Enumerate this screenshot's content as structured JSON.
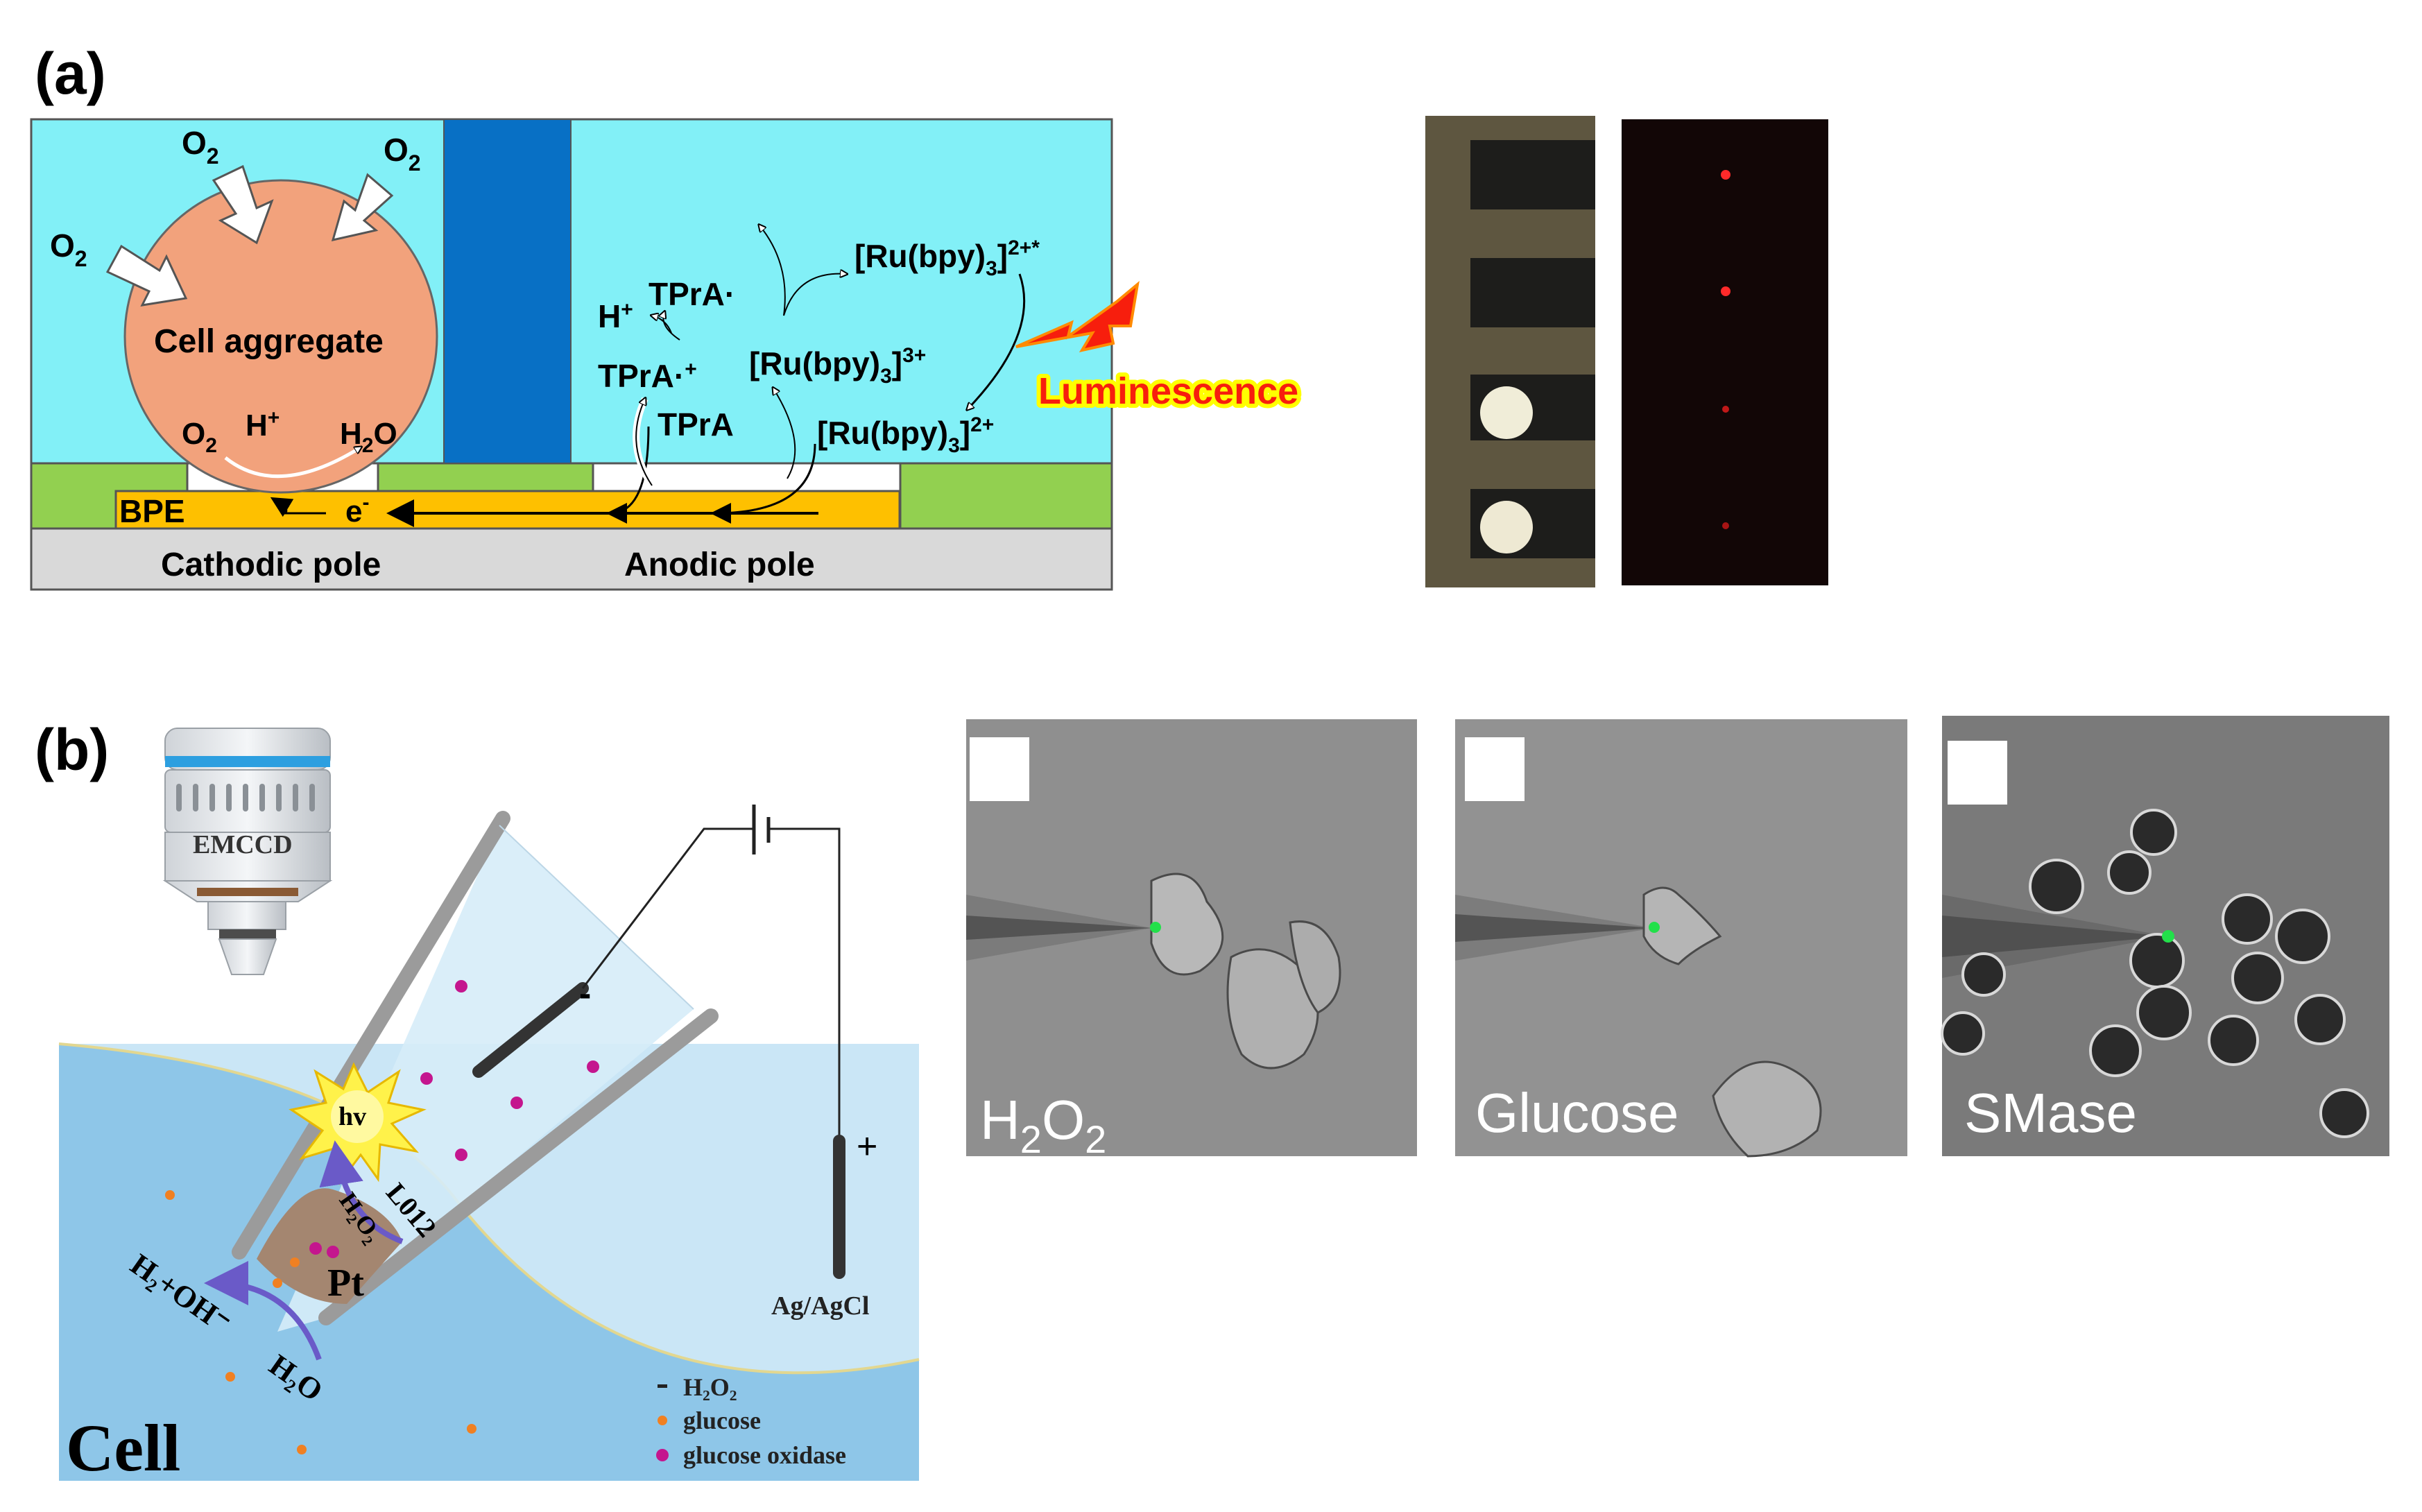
{
  "panel_a": {
    "label": "(a)",
    "o2_top_left": "O",
    "o2_top_right": "O",
    "o2_left": "O",
    "two": "2",
    "cell_aggregate": "Cell aggregate",
    "o2_inner": "O",
    "h_plus": "H",
    "plus": "+",
    "h2o": "H",
    "o_letter": "O",
    "bpe": "BPE",
    "electron": "e",
    "minus": "-",
    "cathodic_pole": "Cathodic pole",
    "anodic_pole": "Anodic pole",
    "tpra_radical": "TPrA·",
    "h_plus_2": "H",
    "tpra_radical_cation": "TPrA·",
    "tpra": "TPrA",
    "ru_excited": "[Ru(bpy)",
    "ru_excited_charge": "2+*",
    "ru_3plus_charge": "3+",
    "ru_2plus_charge": "2+",
    "three": "3",
    "close_bracket": "]",
    "luminescence": "Luminescence"
  },
  "panel_b": {
    "label": "(b)",
    "emccd": "EMCCD",
    "minus": "-",
    "plus": "+",
    "hv": "hv",
    "l012": "L012",
    "h2o2_diag": "H₂O₂",
    "pt": "Pt",
    "h2_oh": "H₂+OH⁻",
    "h2o_diag": "H₂O",
    "ag_agcl": "Ag/AgCl",
    "cell": "Cell",
    "legend_h2o2": "H₂O₂",
    "legend_glucose": "glucose",
    "legend_glucose_oxidase": "glucose oxidase",
    "micro_labels": {
      "h2o2_h": "H",
      "h2o2_sub1": "2",
      "h2o2_o": "O",
      "h2o2_sub2": "2",
      "glucose": "Glucose",
      "smase": "SMase"
    }
  },
  "colors": {
    "solution": "#82f0f7",
    "cell_aggregate": "#f2a27c",
    "pillar": "#0870c5",
    "bpe": "#fec000",
    "green_layer": "#92d050",
    "substrate": "#d9d9d9",
    "luminescence_text": "#f71e0d",
    "luminescence_halo": "#ffff00",
    "glucose_dot": "#f08022",
    "oxidase_dot": "#c4168e",
    "arrow_purple": "#6a5ac8"
  }
}
